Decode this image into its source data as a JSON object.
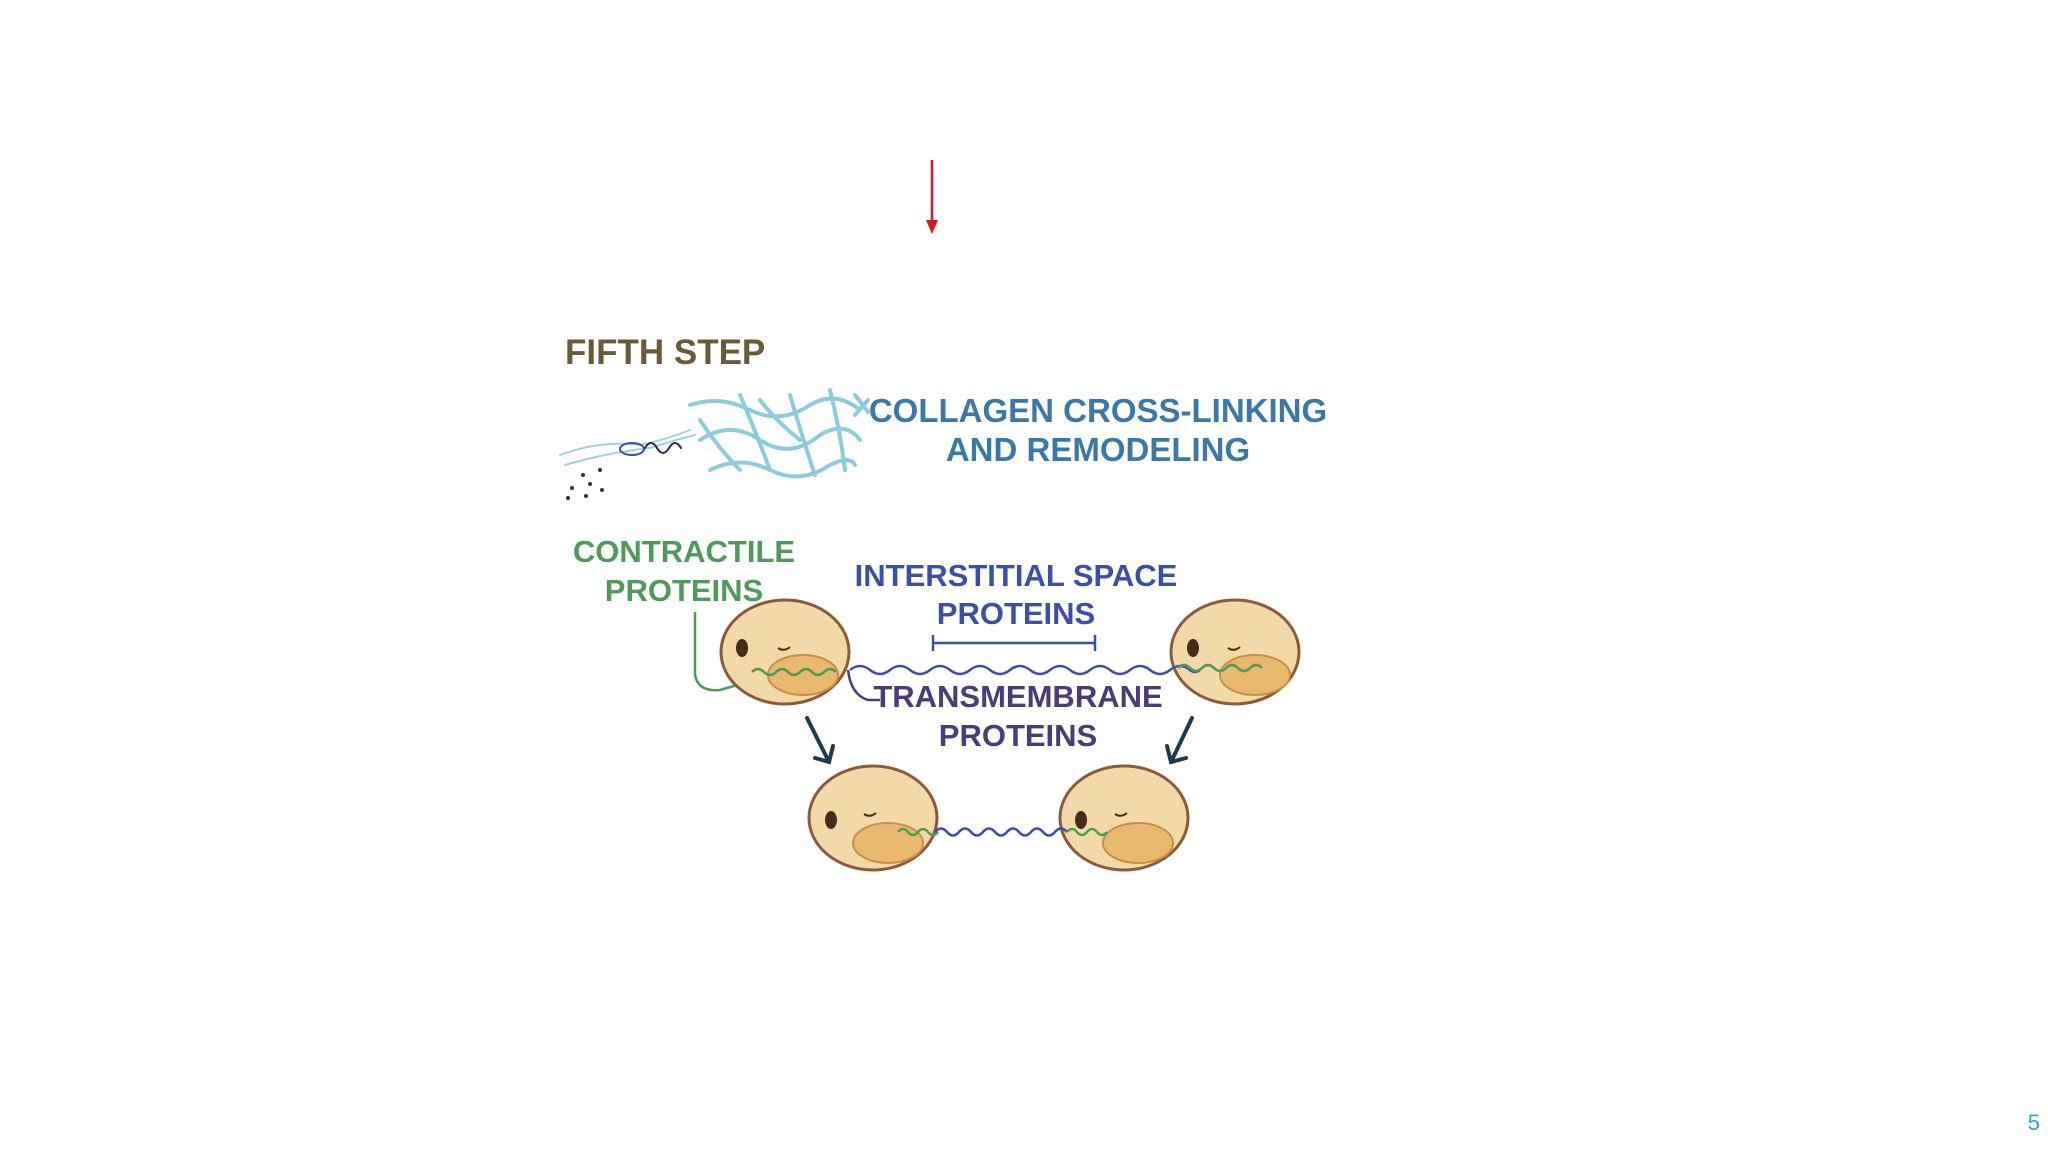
{
  "diagram": {
    "title": "FIFTH STEP",
    "collagen_line1": "COLLAGEN CROSS-LINKING",
    "collagen_line2": "AND REMODELING",
    "contractile_line1": "CONTRACTILE",
    "contractile_line2": "PROTEINS",
    "interstitial_line1": "INTERSTITIAL SPACE",
    "interstitial_line2": "PROTEINS",
    "transmembrane_line1": "TRANSMEMBRANE",
    "transmembrane_line2": "PROTEINS"
  },
  "slide_number": "5",
  "colors": {
    "title": "#6b5a3a",
    "collagen": "#3a78a8",
    "collagen_mesh": "#8ccbdc",
    "contractile": "#4f9a5a",
    "interstitial": "#3b4fa8",
    "transmembrane": "#4a3b7a",
    "cell_fill": "#f3d9a8",
    "cell_nucleus": "#e8b96f",
    "cell_outline": "#8a5a3a",
    "arrow_red": "#e0141a",
    "slide_number": "#2aa4c8"
  },
  "icons": [
    "red-down-arrow-icon",
    "cell-icon",
    "dark-arrow-icon"
  ]
}
